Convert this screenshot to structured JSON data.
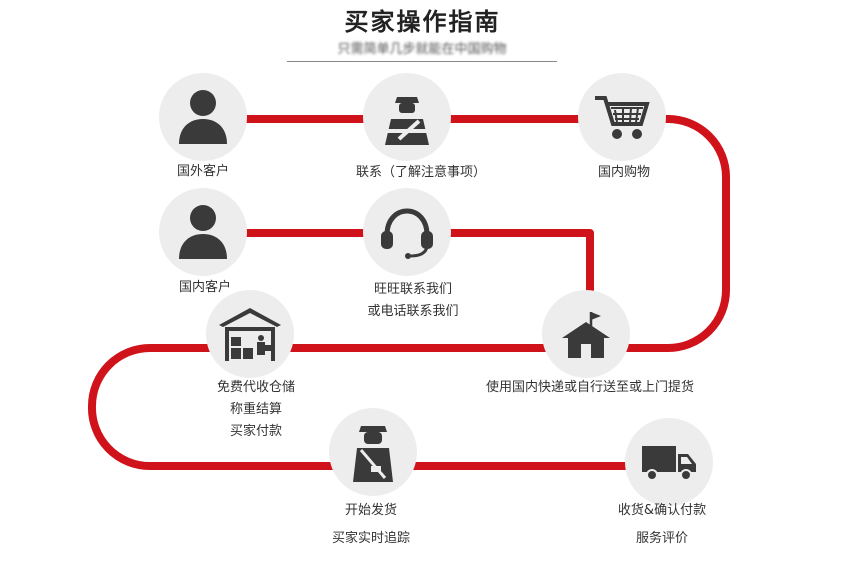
{
  "header": {
    "title": "买家操作指南",
    "subtitle": "只需简单几步就能在中国购物"
  },
  "colors": {
    "track": "#d0121b",
    "node_bg": "#ededed",
    "icon": "#3a3a3a"
  },
  "steps": [
    {
      "icon": "person-icon",
      "lines": [
        "国外客户"
      ]
    },
    {
      "icon": "customer-service-agent-icon",
      "lines": [
        "联系（了解注意事项）"
      ]
    },
    {
      "icon": "shopping-cart-icon",
      "lines": [
        "国内购物"
      ]
    },
    {
      "icon": "person-icon",
      "lines": [
        "国内客户"
      ]
    },
    {
      "icon": "headset-icon",
      "lines": [
        "旺旺联系我们",
        "或电话联系我们"
      ]
    },
    {
      "icon": "warehouse-icon",
      "lines": [
        "免费代收仓储",
        "称重结算",
        "买家付款"
      ]
    },
    {
      "icon": "house-flag-icon",
      "lines": [
        "使用国内快递或自行送至或上门提货"
      ]
    },
    {
      "icon": "courier-icon",
      "lines": [
        "开始发货",
        "买家实时追踪"
      ]
    },
    {
      "icon": "delivery-truck-icon",
      "lines": [
        "收货&确认付款",
        "服务评价"
      ]
    }
  ]
}
